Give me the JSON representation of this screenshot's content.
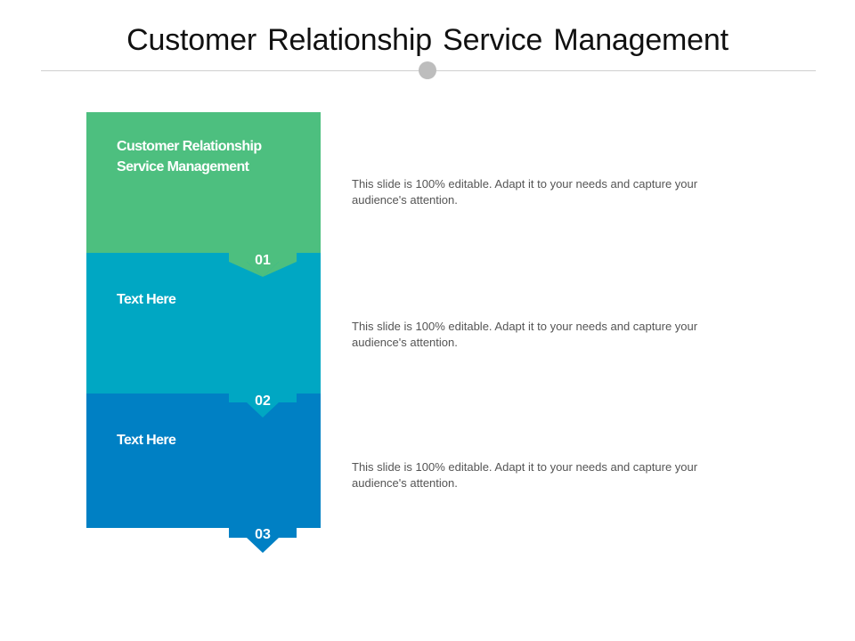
{
  "slide": {
    "title": "Customer Relationship Service Management"
  },
  "steps": [
    {
      "label_line1": "Customer Relationship",
      "label_line2": "Service Management",
      "number": "01",
      "description": "This slide is 100% editable. Adapt it to your needs and capture your audience's attention.",
      "color": "#4dbf7f"
    },
    {
      "label_line1": "Text Here",
      "number": "02",
      "description": "This slide is 100% editable. Adapt it to your needs and capture your audience's attention.",
      "color": "#00a7c3"
    },
    {
      "label_line1": "Text Here",
      "number": "03",
      "description": "This slide is 100% editable. Adapt it to your needs and capture your audience's attention.",
      "color": "#0080c4"
    }
  ],
  "colors": {
    "rule": "#cfcfcf",
    "rule_dot": "#bdbdbd",
    "text": "#555555"
  }
}
